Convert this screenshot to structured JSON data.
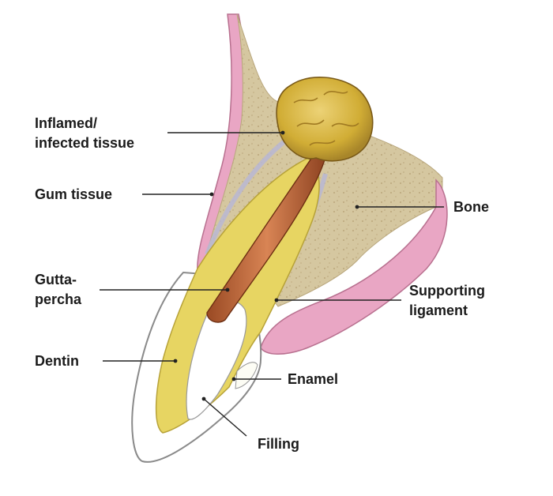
{
  "labels": {
    "inflamed_line1": "Inflamed/",
    "inflamed_line2": "infected tissue",
    "gum": "Gum tissue",
    "gutta_line1": "Gutta-",
    "gutta_line2": "percha",
    "dentin": "Dentin",
    "filling": "Filling",
    "enamel": "Enamel",
    "supporting_line1": "Supporting",
    "supporting_line2": "ligament",
    "bone": "Bone"
  },
  "colors": {
    "gum": "#e9a6c4",
    "bone": "#d2c49a",
    "infection": "#d7b53d",
    "dentin": "#e7d562",
    "gutta_percha": "#c46a3c",
    "enamel": "#ffffff",
    "ligament": "#b9b7d3"
  }
}
